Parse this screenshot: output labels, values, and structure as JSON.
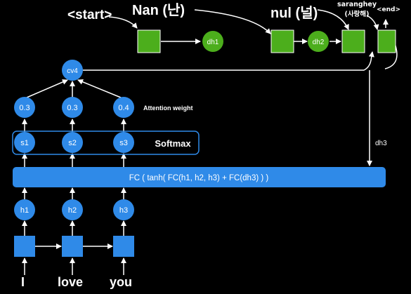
{
  "decoder": {
    "start_token": "<start>",
    "word1": "Nan (난)",
    "word2": "nul (널)",
    "word3_line1": "saranghey",
    "word3_line2": "(사랑해)",
    "end_token": "<end>",
    "dh1": "dh1",
    "dh2": "dh2",
    "dh3": "dh3"
  },
  "attention": {
    "context": "cv4",
    "weights": [
      "0.3",
      "0.3",
      "0.4"
    ],
    "weights_label": "Attention weight",
    "scores": [
      "s1",
      "s2",
      "s3"
    ],
    "softmax_label": "Softmax",
    "fc_formula": "FC (  tanh( FC(h1, h2, h3) + FC(dh3) )  )"
  },
  "encoder": {
    "hidden": [
      "h1",
      "h2",
      "h3"
    ],
    "inputs": [
      "I",
      "love",
      "you"
    ]
  },
  "colors": {
    "background": "#000000",
    "blue": "#2f8ae8",
    "green": "#4cae1c",
    "green_border": "#ffffff",
    "line": "#ffffff"
  }
}
